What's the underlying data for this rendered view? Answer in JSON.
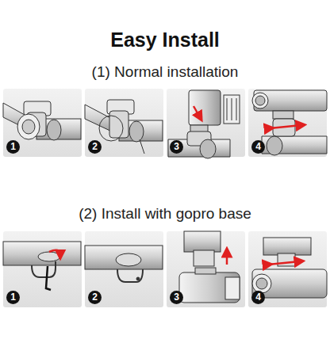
{
  "diagram": {
    "title": "Easy Install",
    "nodes": [
      {
        "text": [
          "1"
        ]
      },
      {
        "text": [
          "2"
        ]
      },
      {
        "text": [
          "3"
        ]
      },
      {
        "text": [
          "4"
        ]
      },
      {
        "text": [
          "1"
        ]
      },
      {
        "text": [
          "2"
        ]
      },
      {
        "text": [
          "3"
        ]
      },
      {
        "text": [
          "4"
        ]
      }
    ],
    "labels": [
      "(1) Normal installation",
      "(2) Install with gopro base"
    ]
  }
}
